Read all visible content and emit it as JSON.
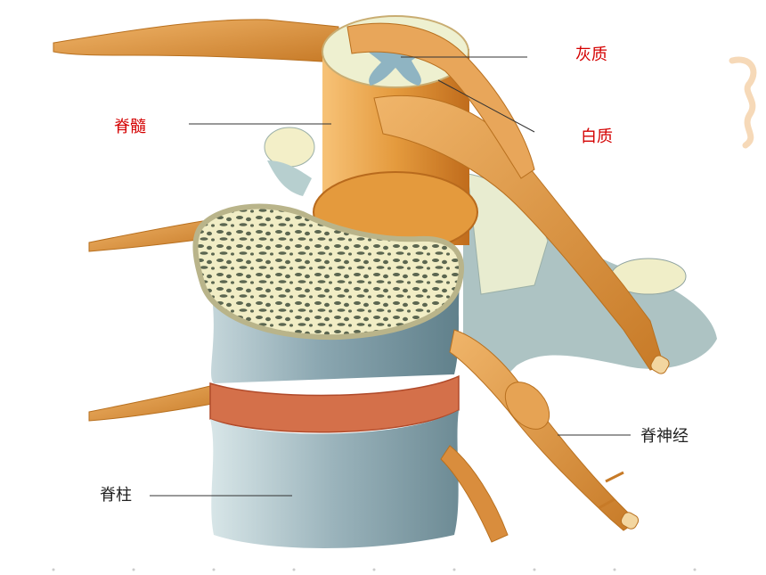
{
  "labels": {
    "gray_matter": "灰质",
    "white_matter": "白质",
    "spinal_cord": "脊髓",
    "spinal_nerve": "脊神经",
    "spinal_column": "脊柱"
  },
  "colors": {
    "label_red": "#d40000",
    "label_dark": "#222222",
    "nerve": "#e39a45",
    "nerve_dark": "#b86a1d",
    "vertebra": "#9fb6bf",
    "bone_cream": "#f3efc8",
    "disc": "#d4704a"
  }
}
